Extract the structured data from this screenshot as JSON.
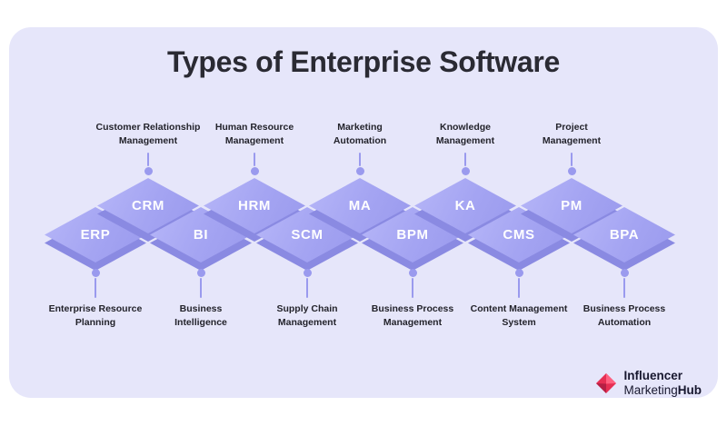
{
  "title": "Types of Enterprise Software",
  "items": [
    {
      "abbr": "ERP",
      "label": "Enterprise Resource\nPlanning",
      "position": "bottom"
    },
    {
      "abbr": "CRM",
      "label": "Customer Relationship\nManagement",
      "position": "top"
    },
    {
      "abbr": "BI",
      "label": "Business\nIntelligence",
      "position": "bottom"
    },
    {
      "abbr": "HRM",
      "label": "Human Resource\nManagement",
      "position": "top"
    },
    {
      "abbr": "SCM",
      "label": "Supply Chain\nManagement",
      "position": "bottom"
    },
    {
      "abbr": "MA",
      "label": "Marketing\nAutomation",
      "position": "top"
    },
    {
      "abbr": "BPM",
      "label": "Business Process\nManagement",
      "position": "bottom"
    },
    {
      "abbr": "KA",
      "label": "Knowledge\nManagement",
      "position": "top"
    },
    {
      "abbr": "CMS",
      "label": "Content Management\nSystem",
      "position": "bottom"
    },
    {
      "abbr": "PM",
      "label": "Project\nManagement",
      "position": "top"
    },
    {
      "abbr": "BPA",
      "label": "Business Process\nAutomation",
      "position": "bottom"
    }
  ],
  "colors": {
    "card_bg": "#e6e6fa",
    "diamond_face": "#a4a4f2",
    "diamond_depth": "#8a8ae2",
    "connector": "#9a9aee",
    "title_text": "#2a2a33",
    "label_text": "#23232b",
    "logo_accent": "#e62e53"
  },
  "logo": {
    "line1": "Influencer",
    "line2_regular": "Marketing",
    "line2_bold": "Hub"
  }
}
